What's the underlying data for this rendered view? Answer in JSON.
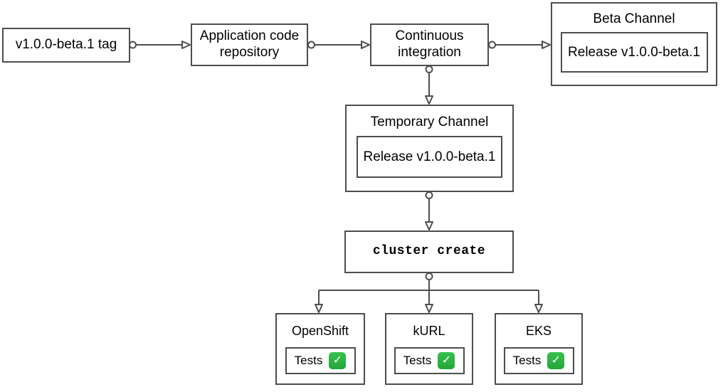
{
  "diagram": {
    "nodes": {
      "tag": {
        "label": "v1.0.0-beta.1 tag"
      },
      "repository": {
        "label": "Application code repository"
      },
      "continuous_integration": {
        "label": "Continuous integration"
      },
      "beta_channel": {
        "title": "Beta Channel",
        "release": "Release v1.0.0-beta.1"
      },
      "temporary_channel": {
        "title": "Temporary Channel",
        "release": "Release v1.0.0-beta.1"
      },
      "cluster_create": {
        "label": "cluster create"
      }
    },
    "clusters": [
      {
        "title": "OpenShift",
        "tests_label": "Tests",
        "status_icon": "check-mark-button"
      },
      {
        "title": "kURL",
        "tests_label": "Tests",
        "status_icon": "check-mark-button"
      },
      {
        "title": "EKS",
        "tests_label": "Tests",
        "status_icon": "check-mark-button"
      }
    ],
    "icons": {
      "check_glyph": "✓"
    },
    "colors": {
      "border": "#4d4d4d",
      "background": "#ffffff",
      "text": "#000000",
      "check_green": "#23a638",
      "check_green_light": "#37c14e",
      "check_mark": "#ffffff"
    }
  }
}
